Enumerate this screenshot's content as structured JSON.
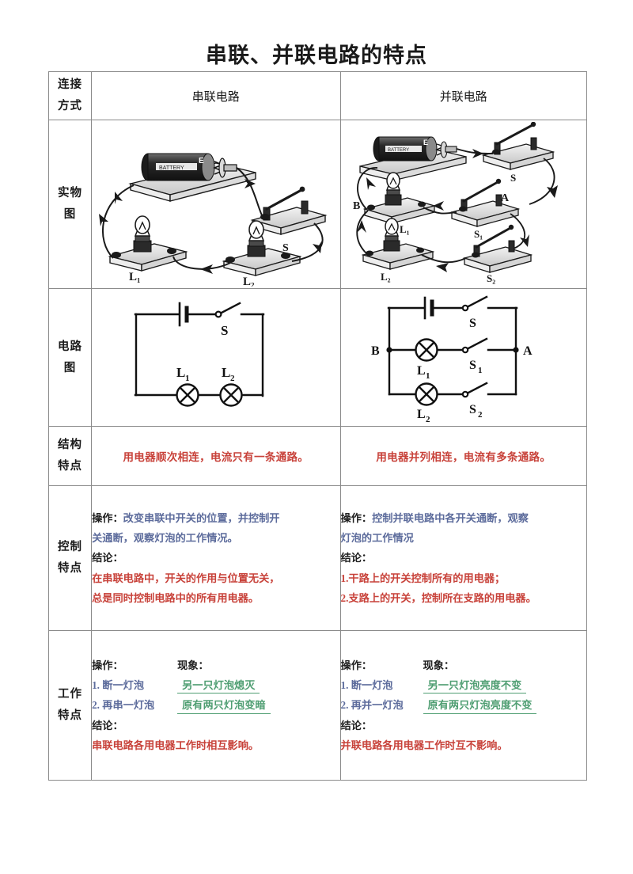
{
  "title": "串联、并联电路的特点",
  "table": {
    "row_labels": {
      "connection": [
        "连接",
        "方式"
      ],
      "physical": [
        "实物",
        "图"
      ],
      "schematic": [
        "电路",
        "图"
      ],
      "structure": [
        "结构",
        "特点"
      ],
      "control": [
        "控制",
        "特点"
      ],
      "working": [
        "工作",
        "特点"
      ]
    },
    "headers": {
      "series": "串联电路",
      "parallel": "并联电路"
    },
    "structure": {
      "series": "用电器顺次相连，电流只有一条通路。",
      "parallel": "用电器并列相连，电流有多条通路。"
    },
    "control": {
      "series": {
        "operation_label": "操作：",
        "operation_line1": "改变串联中开关的位置，并控制开",
        "operation_line2": "关通断，观察灯泡的工作情况。",
        "conclusion_label": "结论：",
        "conclusion_line1": "在串联电路中，开关的作用与位置无关，",
        "conclusion_line2": "总是同时控制电路中的所有用电器。"
      },
      "parallel": {
        "operation_label": "操作：",
        "operation_line1": "控制并联电路中各开关通断，观察",
        "operation_line2": "灯泡的工作情况",
        "conclusion_label": "结论：",
        "conclusion_line1": "1.干路上的开关控制所有的用电器；",
        "conclusion_line2": "2.支路上的开关，控制所在支路的用电器。"
      }
    },
    "working": {
      "series": {
        "col_operation": "操作：",
        "col_phenomenon": "现象：",
        "op1": "1. 断一灯泡",
        "ph1": "另一只灯泡熄灭",
        "op2": "2. 再串一灯泡",
        "ph2": "原有两只灯泡变暗",
        "conclusion_label": "结论：",
        "conclusion": "串联电路各用电器工作时相互影响。"
      },
      "parallel": {
        "col_operation": "操作：",
        "col_phenomenon": "现象：",
        "op1": "1. 断一灯泡",
        "ph1": "另一只灯泡亮度不变",
        "op2": "2. 再并一灯泡",
        "ph2": "原有两只灯泡亮度不变",
        "conclusion_label": "结论：",
        "conclusion": "并联电路各用电器工作时互不影响。"
      }
    }
  },
  "figures": {
    "physical_series": {
      "labels": {
        "switch": "S",
        "lamp1": "L₁",
        "lamp2": "L₂"
      }
    },
    "physical_parallel": {
      "labels": {
        "switch": "S",
        "switch1": "S₁",
        "switch2": "S₂",
        "lamp1": "L₁",
        "lamp2": "L₂",
        "node_a": "A",
        "node_b": "B"
      }
    },
    "schematic_series": {
      "labels": {
        "switch": "S",
        "lamp1": "L",
        "lamp1_sub": "1",
        "lamp2": "L",
        "lamp2_sub": "2"
      }
    },
    "schematic_parallel": {
      "labels": {
        "switch": "S",
        "switch1": "S",
        "switch1_sub": "1",
        "switch2": "S",
        "switch2_sub": "2",
        "lamp1": "L",
        "lamp1_sub": "1",
        "lamp2": "L",
        "lamp2_sub": "2",
        "node_a": "A",
        "node_b": "B"
      }
    }
  },
  "colors": {
    "red": "#c8423a",
    "blue": "#5d6c9c",
    "green": "#4f9e72",
    "ink": "#1a1a1a",
    "border": "#8a8a8a"
  }
}
